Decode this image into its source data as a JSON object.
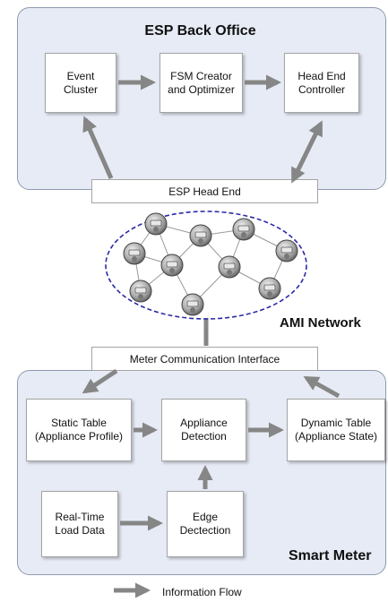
{
  "back_office": {
    "title": "ESP Back Office",
    "event_cluster": [
      "Event",
      "Cluster"
    ],
    "fsm": [
      "FSM Creator",
      "and Optimizer"
    ],
    "head_end_controller": [
      "Head End",
      "Controller"
    ]
  },
  "head_end": {
    "label": "ESP Head End"
  },
  "ami": {
    "label": "AMI Network"
  },
  "interface": {
    "label": "Meter Communication Interface"
  },
  "smart_meter": {
    "title": "Smart Meter",
    "static_table": [
      "Static Table",
      "(Appliance Profile)"
    ],
    "appliance_detection": [
      "Appliance",
      "Detection"
    ],
    "dynamic_table": [
      "Dynamic Table",
      "(Appliance State)"
    ],
    "realtime": [
      "Real-Time",
      "Load Data"
    ],
    "edge": [
      "Edge",
      "Dectection"
    ]
  },
  "legend": {
    "label": "Information Flow"
  },
  "colors": {
    "panel": "#e6ebf5",
    "arrow": "#868686",
    "ring": "#2a2aa8"
  }
}
